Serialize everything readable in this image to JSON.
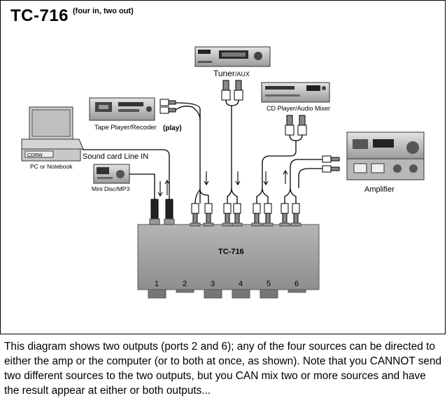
{
  "title": "TC-716",
  "subtitle": "(four in, two out)",
  "devices": {
    "tuner": "Tuner",
    "tuner_suffix": "/AUX",
    "cd": "CD Player/Audio Mixer",
    "tape": "Tape Player/Recoder",
    "play": "(play)",
    "pc": "PC or Notebook",
    "cdrw": "CDRW",
    "soundcard": "Sound card Line IN",
    "minidisc": "Mini Disc/MP3",
    "amplifier": "Amplifier"
  },
  "switch": {
    "label": "TC-716",
    "ports": [
      "1",
      "2",
      "3",
      "4",
      "5",
      "6"
    ]
  },
  "caption": "This diagram shows two outputs (ports 2 and 6); any of the four sources can be directed to either the amp or the computer (or to both at once, as shown). Note that you CANNOT send two different sources to the two outputs, but you CAN mix two or more sources and have the result appear at either or both outputs..."
}
